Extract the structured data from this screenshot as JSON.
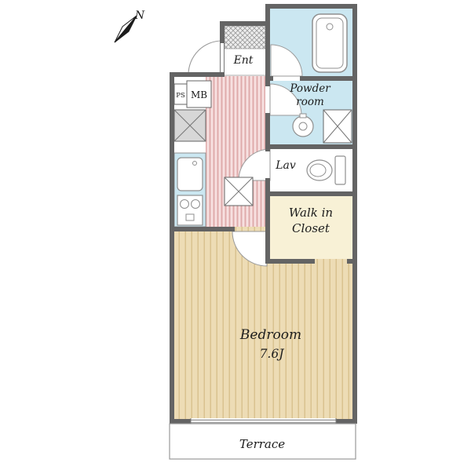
{
  "compass": {
    "north_label": "N"
  },
  "rooms": {
    "ent": {
      "label": "Ent"
    },
    "powder_room": {
      "line1": "Powder",
      "line2": "room"
    },
    "lavatory": {
      "label": "Lav"
    },
    "walk_in_closet": {
      "line1": "Walk in",
      "line2": "Closet"
    },
    "bedroom": {
      "name": "Bedroom",
      "size": "7.6J"
    },
    "terrace": {
      "label": "Terrace"
    },
    "meter_box": {
      "label": "MB"
    },
    "pipe_space": {
      "label": "PS"
    }
  },
  "colors": {
    "wall": "#646464",
    "water_room": "#cbe7f1",
    "hallway_bg": "#f7e0e0",
    "hallway_stripe": "#dfabab",
    "wood_bg": "#eddcb5",
    "wood_stripe": "#d9c28f",
    "closet": "#f8f1d6",
    "tile_bg": "#ededed",
    "tile_line": "#9b9b9b",
    "shaft_fill": "#d7d7d7",
    "line": "#8f8f8f",
    "arc": "#9a9a9a",
    "text": "#1c1c1c"
  }
}
